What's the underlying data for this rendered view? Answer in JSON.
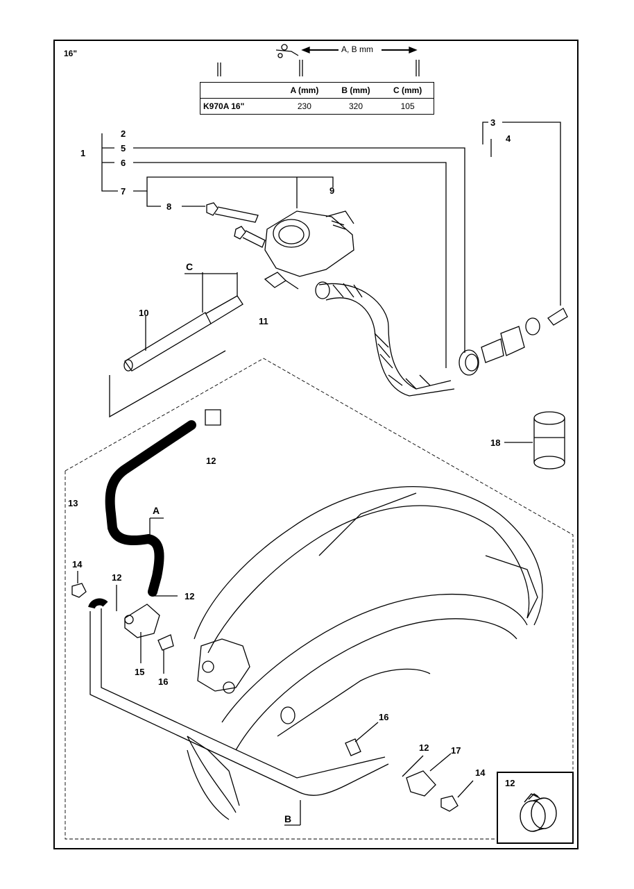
{
  "size_label": "16\"",
  "dim_arrow_label": "A, B mm",
  "dim_table": {
    "headers": [
      "",
      "A (mm)",
      "B (mm)",
      "C (mm)"
    ],
    "rows": [
      [
        "K970A 16\"",
        "230",
        "320",
        "105"
      ]
    ]
  },
  "callouts": {
    "c1": "1",
    "c2": "2",
    "c3": "3",
    "c4": "4",
    "c5": "5",
    "c6": "6",
    "c7": "7",
    "c8": "8",
    "c9": "9",
    "c10": "10",
    "c11": "11",
    "c12a": "12",
    "c12b": "12",
    "c12c": "12",
    "c12d": "12",
    "c12e": "12",
    "c13": "13",
    "c14a": "14",
    "c14b": "14",
    "c15": "15",
    "c16a": "16",
    "c16b": "16",
    "c17": "17",
    "c18": "18",
    "cA": "A",
    "cB": "B",
    "cC": "C"
  },
  "inset_label": "12"
}
